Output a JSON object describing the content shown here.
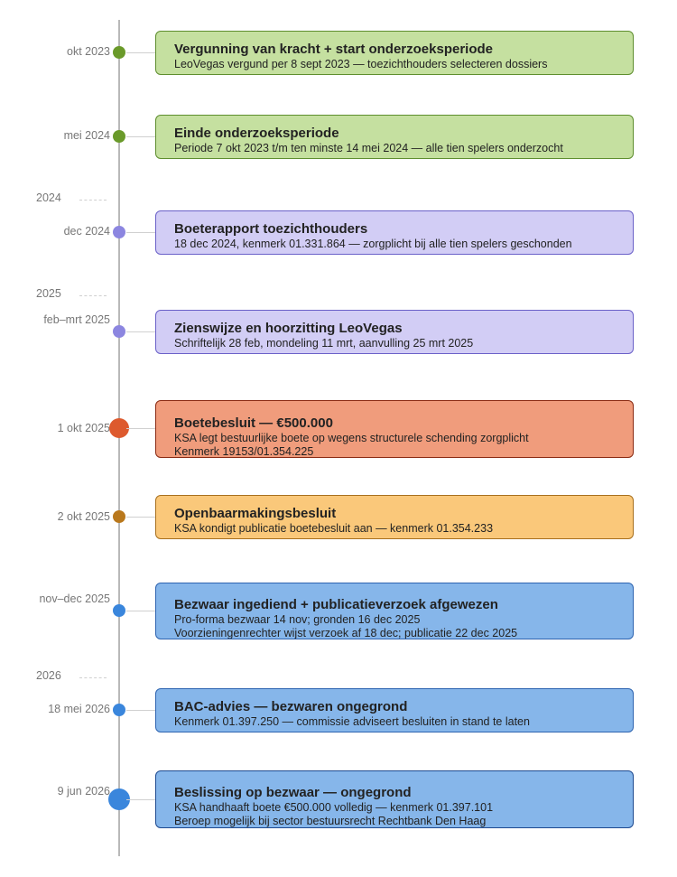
{
  "years": [
    "2024",
    "2025",
    "2026"
  ],
  "events": [
    {
      "date": "okt 2023",
      "title": "Vergunning van kracht + start onderzoeksperiode",
      "lines": [
        "LeoVegas vergund per 8 sept 2023 — toezichthouders selecteren dossiers"
      ],
      "color": "green"
    },
    {
      "date": "mei 2024",
      "title": "Einde onderzoeksperiode",
      "lines": [
        "Periode 7 okt 2023 t/m ten minste 14 mei 2024 — alle tien spelers onderzocht"
      ],
      "color": "green"
    },
    {
      "date": "dec 2024",
      "title": "Boeterapport toezichthouders",
      "lines": [
        "18 dec 2024, kenmerk 01.331.864 — zorgplicht bij alle tien spelers geschonden"
      ],
      "color": "lavender"
    },
    {
      "date": "feb–mrt 2025",
      "title": "Zienswijze en hoorzitting LeoVegas",
      "lines": [
        "Schriftelijk 28 feb, mondeling 11 mrt, aanvulling 25 mrt 2025"
      ],
      "color": "lavender"
    },
    {
      "date": "1 okt 2025",
      "title": "Boetebesluit — €500.000",
      "lines": [
        "KSA legt bestuurlijke boete op wegens structurele schending zorgplicht",
        "Kenmerk 19153/01.354.225"
      ],
      "color": "red"
    },
    {
      "date": "2 okt 2025",
      "title": "Openbaarmakingsbesluit",
      "lines": [
        "KSA kondigt publicatie boetebesluit aan — kenmerk 01.354.233"
      ],
      "color": "orange"
    },
    {
      "date": "nov–dec 2025",
      "title": "Bezwaar ingediend + publicatieverzoek afgewezen",
      "lines": [
        "Pro-forma bezwaar 14 nov; gronden 16 dec 2025",
        "Voorzieningenrechter wijst verzoek af 18 dec; publicatie 22 dec 2025"
      ],
      "color": "blue"
    },
    {
      "date": "18 mei 2026",
      "title": "BAC-advies — bezwaren ongegrond",
      "lines": [
        "Kenmerk 01.397.250 — commissie adviseert besluiten in stand te laten"
      ],
      "color": "blue"
    },
    {
      "date": "9 jun 2026",
      "title": "Beslissing op bezwaar — ongegrond",
      "lines": [
        "KSA handhaaft boete €500.000 volledig — kenmerk 01.397.101",
        "Beroep mogelijk bij sector bestuursrecht Rechtbank Den Haag"
      ],
      "color": "darkblue"
    }
  ],
  "palette": {
    "green": {
      "fill": "#c5e0a0",
      "border": "#5e8e2e",
      "dot": "#6a9a2a"
    },
    "lavender": {
      "fill": "#d2cdf5",
      "border": "#6a60c8",
      "dot": "#8c86e0"
    },
    "red": {
      "fill": "#f09c7c",
      "border": "#8a2a12",
      "dot": "#dd5a2e"
    },
    "orange": {
      "fill": "#fac87a",
      "border": "#a8701e",
      "dot": "#b9781c"
    },
    "blue": {
      "fill": "#86b6ea",
      "border": "#2e64b0",
      "dot": "#3a86dc"
    },
    "darkblue": {
      "fill": "#86b6ea",
      "border": "#1e4a90",
      "dot": "#3a86dc"
    }
  }
}
